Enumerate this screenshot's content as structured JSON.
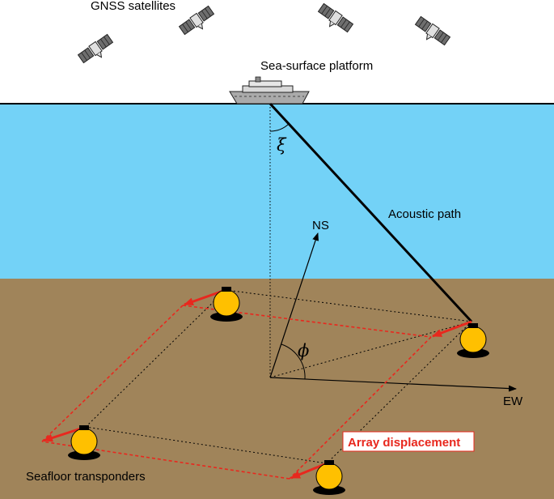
{
  "labels": {
    "gnss": "GNSS satellites",
    "platform": "Sea-surface platform",
    "acoustic_path": "Acoustic path",
    "ns": "NS",
    "ew": "EW",
    "xi": "ξ",
    "phi": "ϕ",
    "array_displacement": "Array displacement",
    "seafloor": "Seafloor transponders"
  },
  "colors": {
    "sky": "#ffffff",
    "sea": "#73d2f7",
    "seafloor": "#a0845a",
    "transponder": "#ffc000",
    "displacement": "#e8281e",
    "ship_hull": "#aaaaaa",
    "satellite": "#6e6e6e"
  },
  "icons": [
    "satellite-icon",
    "ship-icon",
    "transponder-icon"
  ]
}
